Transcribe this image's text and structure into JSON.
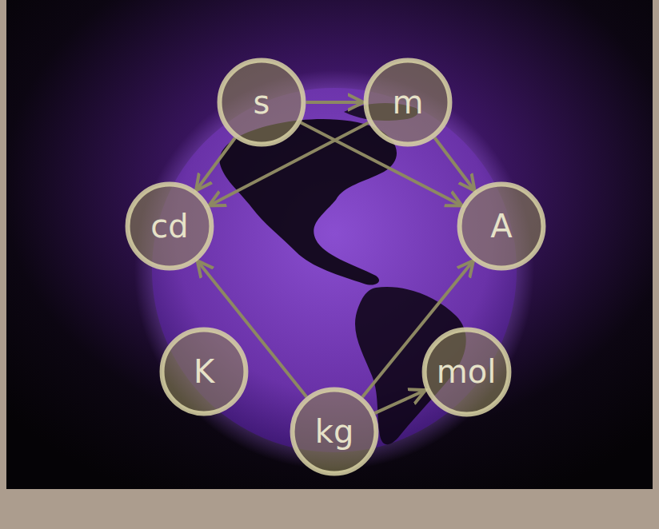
{
  "diagram": {
    "nodes": [
      {
        "text": [
          "s"
        ]
      },
      {
        "text": [
          "m"
        ]
      },
      {
        "text": [
          "cd"
        ]
      },
      {
        "text": [
          "A"
        ]
      },
      {
        "text": [
          "K"
        ]
      },
      {
        "text": [
          "mol"
        ]
      },
      {
        "text": [
          "kg"
        ]
      }
    ],
    "edges": [
      {
        "from": 0,
        "to": 1,
        "arrow": "to"
      },
      {
        "from": 0,
        "to": 2,
        "arrow": "to"
      },
      {
        "from": 0,
        "to": 3,
        "arrow": "to"
      },
      {
        "from": 1,
        "to": 2,
        "arrow": "to"
      },
      {
        "from": 1,
        "to": 3,
        "arrow": "to"
      },
      {
        "from": 6,
        "to": 2,
        "arrow": "to"
      },
      {
        "from": 6,
        "to": 3,
        "arrow": "to"
      },
      {
        "from": 6,
        "to": 5,
        "arrow": "to"
      }
    ]
  }
}
